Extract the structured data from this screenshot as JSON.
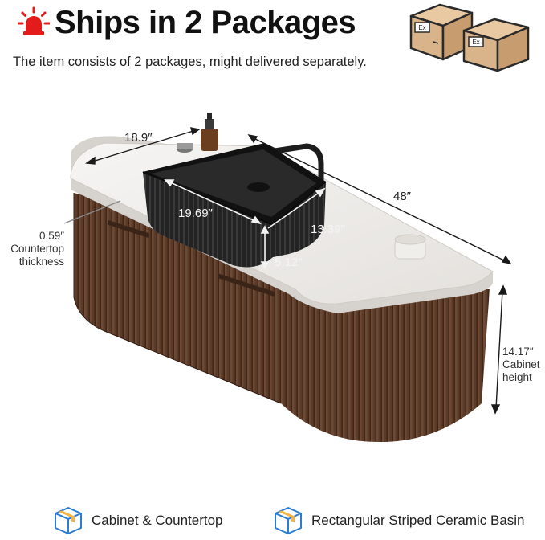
{
  "header": {
    "title": "Ships in 2 Packages",
    "subtitle": "The item consists of 2 packages, might delivered separately.",
    "box_label_1": "Ex",
    "box_label_2": "Ex"
  },
  "dimensions": {
    "depth": "18.9″",
    "width": "48″",
    "basin_length": "19.69″",
    "basin_width": "13.39″",
    "basin_height": "5.12″",
    "countertop_thickness_value": "0.59″",
    "countertop_thickness_label_1": "Countertop",
    "countertop_thickness_label_2": "thickness",
    "cabinet_height_value": "14.17″",
    "cabinet_height_label_1": "Cabinet",
    "cabinet_height_label_2": "height"
  },
  "packages": [
    {
      "label": "Cabinet & Countertop"
    },
    {
      "label": "Rectangular Striped Ceramic Basin"
    }
  ],
  "colors": {
    "alert_red": "#e31b1b",
    "wood_brown": "#5a3a28",
    "countertop_white": "#f1efec",
    "basin_black": "#1f1f1f",
    "box_tan": "#d9b48a",
    "package_icon_blue": "#2b7bd3"
  },
  "icons": {
    "alert": "alert-light-icon",
    "boxes": "shipping-boxes-icon",
    "package": "package-box-icon"
  }
}
